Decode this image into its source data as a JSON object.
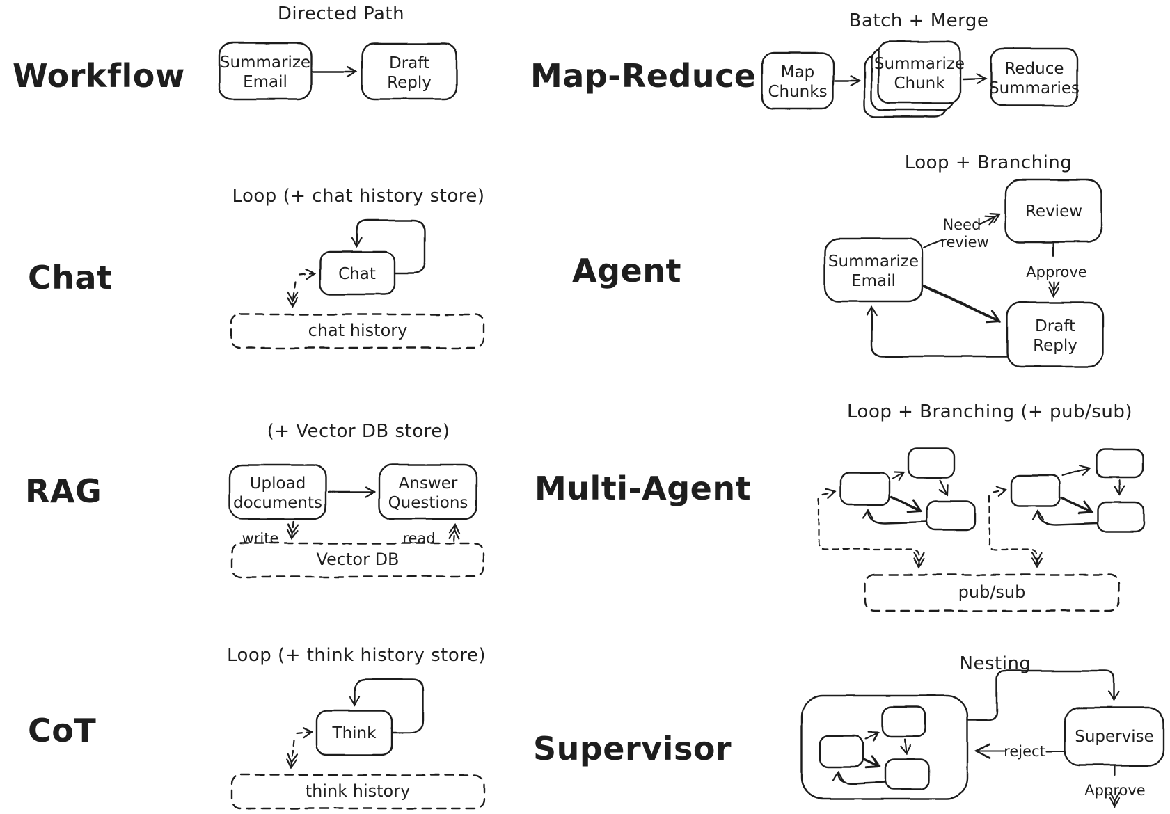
{
  "canvas": {
    "ink_color": "#1e1e1e",
    "background_color": "#ffffff"
  },
  "sections": {
    "workflow": {
      "label": "Workflow",
      "pattern_title": "Directed Path",
      "boxes": [
        {
          "name": "summarize-email",
          "lines": [
            "Summarize",
            "Email"
          ]
        },
        {
          "name": "draft-reply",
          "lines": [
            "Draft",
            "Reply"
          ]
        }
      ]
    },
    "map_reduce": {
      "label": "Map-Reduce",
      "pattern_title": "Batch + Merge",
      "boxes": [
        {
          "name": "map-chunks",
          "lines": [
            "Map",
            "Chunks"
          ]
        },
        {
          "name": "summarize-chunk",
          "lines": [
            "Summarize",
            "Chunk"
          ],
          "stacked": true
        },
        {
          "name": "reduce-summaries",
          "lines": [
            "Reduce",
            "Summaries"
          ]
        }
      ]
    },
    "chat": {
      "label": "Chat",
      "pattern_title": "Loop (+ chat history store)",
      "boxes": [
        {
          "name": "chat",
          "lines": [
            "Chat"
          ]
        }
      ],
      "store": "chat history"
    },
    "agent": {
      "label": "Agent",
      "pattern_title": "Loop + Branching",
      "boxes": [
        {
          "name": "review",
          "lines": [
            "Review"
          ]
        },
        {
          "name": "summarize-email",
          "lines": [
            "Summarize",
            "Email"
          ]
        },
        {
          "name": "draft-reply",
          "lines": [
            "Draft",
            "Reply"
          ]
        }
      ],
      "edge_labels": {
        "need_review": [
          "Need",
          "review"
        ],
        "approve": "Approve"
      }
    },
    "rag": {
      "label": "RAG",
      "pattern_title": "(+ Vector DB store)",
      "boxes": [
        {
          "name": "upload-documents",
          "lines": [
            "Upload",
            "documents"
          ]
        },
        {
          "name": "answer-questions",
          "lines": [
            "Answer",
            "Questions"
          ]
        }
      ],
      "edge_labels": {
        "write": "write",
        "read": "read"
      },
      "store": "Vector DB"
    },
    "multi_agent": {
      "label": "Multi-Agent",
      "pattern_title": "Loop + Branching (+ pub/sub)",
      "store": "pub/sub"
    },
    "cot": {
      "label": "CoT",
      "pattern_title": "Loop (+ think history store)",
      "boxes": [
        {
          "name": "think",
          "lines": [
            "Think"
          ]
        }
      ],
      "store": "think history"
    },
    "supervisor": {
      "label": "Supervisor",
      "pattern_title": "Nesting",
      "boxes": [
        {
          "name": "supervise",
          "lines": [
            "Supervise"
          ]
        }
      ],
      "edge_labels": {
        "reject": "reject",
        "approve": "Approve"
      }
    }
  }
}
